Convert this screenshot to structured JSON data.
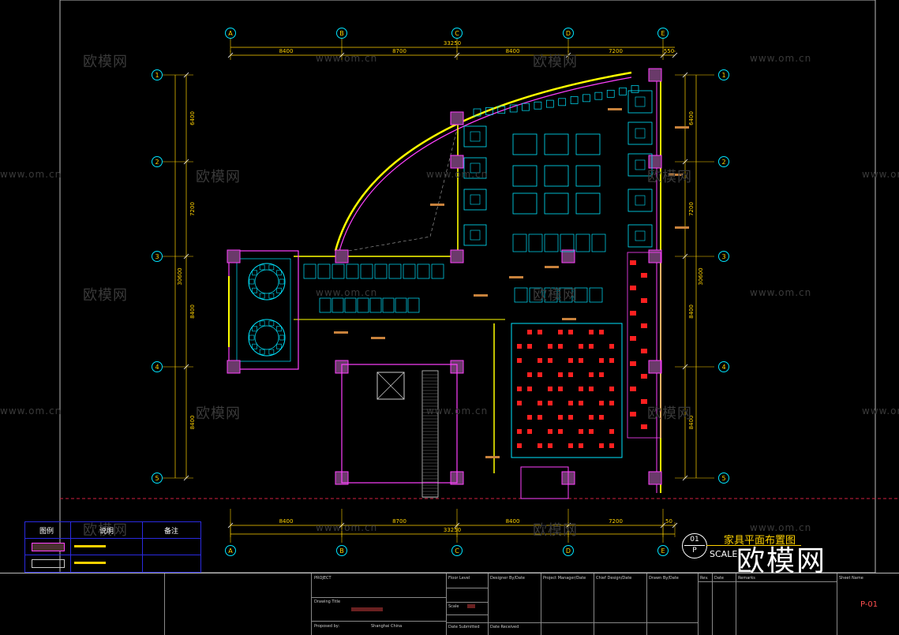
{
  "watermarks": [
    "欧模网",
    "www.om.cn"
  ],
  "grid": {
    "columns": [
      "A",
      "B",
      "C",
      "D",
      "E"
    ],
    "rows": [
      "1",
      "2",
      "3",
      "4",
      "5"
    ],
    "top_dims": [
      "8400",
      "8700",
      "8400",
      "7200",
      "550"
    ],
    "top_total": "33250",
    "bottom_dims": [
      "8400",
      "8700",
      "8400",
      "7200",
      "50"
    ],
    "bottom_total": "33250",
    "left_dims": [
      "6400",
      "7200",
      "8400",
      "8400"
    ],
    "left_total": "30600",
    "right_dims": [
      "6400",
      "7200",
      "8400",
      "8400"
    ],
    "right_total": "30600"
  },
  "legend": {
    "headers": [
      "图例",
      "说明",
      "备注"
    ]
  },
  "plan_label": {
    "number": "01",
    "letter": "P",
    "title": "家具平面布置图",
    "scale": "SCALE"
  },
  "brand": "欧模网",
  "title_block": {
    "project": "PROJECT",
    "drawing_title": "Drawing Title",
    "proposed_by": "Proposed by:",
    "location": "Shanghai China",
    "floor_level": "Floor Level",
    "scale": "Scale",
    "date_submitted": "Date Submitted",
    "date_received": "Date Received",
    "designer": "Designer By/Date",
    "project_manager": "Project Manager/Date",
    "chief_design": "Chief Design/Date",
    "drawn_by": "Drawn By/Date",
    "rev": "Rev.",
    "date": "Date",
    "remarks": "Remarks",
    "sheet_name": "Sheet Name",
    "sheet_no": "P-01"
  },
  "colors": {
    "grid_bubble": "#00e5ff",
    "dimension": "#ffd200",
    "wall": "#ff40ff",
    "glass": "#ffff00",
    "furniture": "#00e5ff",
    "kitchen": "#ff2020",
    "label": "#c8823c"
  }
}
